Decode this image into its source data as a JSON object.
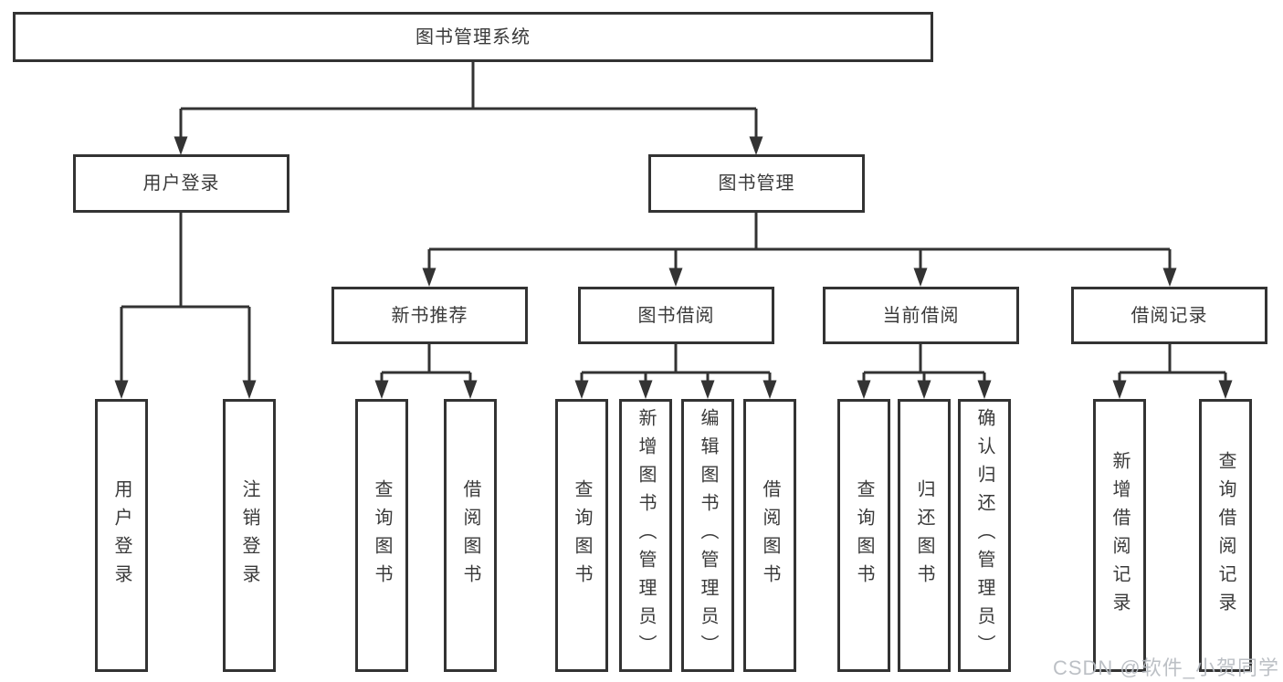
{
  "tree": {
    "label": "图书管理系统",
    "children": [
      {
        "label": "用户登录",
        "children": [
          {
            "label": "用户登录"
          },
          {
            "label": "注销登录"
          }
        ]
      },
      {
        "label": "图书管理",
        "children": [
          {
            "label": "新书推荐",
            "children": [
              {
                "label": "查询图书"
              },
              {
                "label": "借阅图书"
              }
            ]
          },
          {
            "label": "图书借阅",
            "children": [
              {
                "label": "查询图书"
              },
              {
                "label": "新增图书（管理员）"
              },
              {
                "label": "编辑图书（管理员）"
              },
              {
                "label": "借阅图书"
              }
            ]
          },
          {
            "label": "当前借阅",
            "children": [
              {
                "label": "查询图书"
              },
              {
                "label": "归还图书"
              },
              {
                "label": "确认归还（管理员）"
              }
            ]
          },
          {
            "label": "借阅记录",
            "children": [
              {
                "label": "新增借阅记录"
              },
              {
                "label": "查询借阅记录"
              }
            ]
          }
        ]
      }
    ]
  },
  "watermark": "CSDN @软件_小贺同学",
  "colors": {
    "line": "#333333",
    "box_border": "#333333",
    "box_background": "#ffffff",
    "text": "#3a3a3a",
    "watermark": "#b7bbc1"
  }
}
